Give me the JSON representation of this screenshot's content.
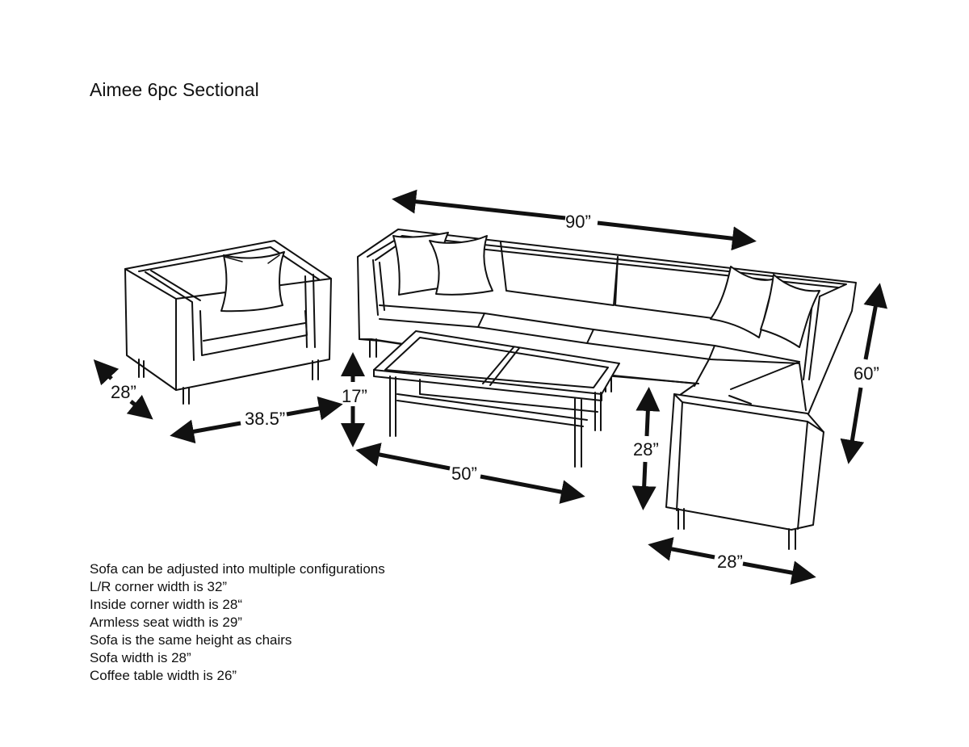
{
  "title": "Aimee 6pc Sectional",
  "dimensions": {
    "sofa_length": "90”",
    "sofa_depth": "60”",
    "chair_depth": "28”",
    "chair_width": "38.5”",
    "table_height": "17”",
    "table_length": "50”",
    "sofa_height": "28”",
    "sofa_end_width": "28”"
  },
  "notes": [
    "Sofa can be adjusted into multiple configurations",
    "L/R corner width is 32”",
    "Inside corner width is 28“",
    "Armless seat width is 29”",
    "Sofa is the same height as chairs",
    "Sofa width is 28”",
    "Coffee table width is 26”"
  ]
}
